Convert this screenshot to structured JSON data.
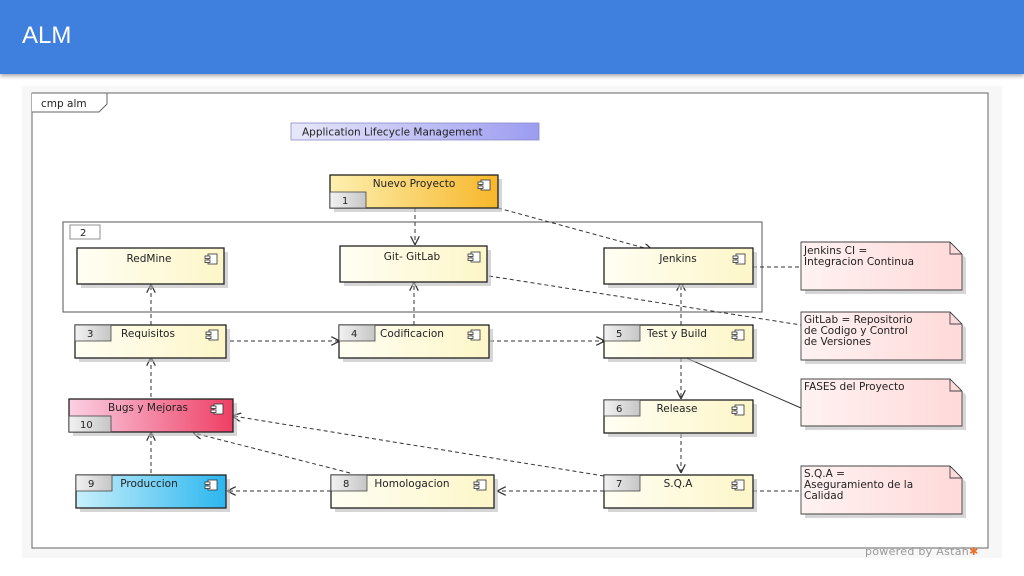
{
  "header": {
    "title": "ALM"
  },
  "frame": {
    "label": "cmp alm"
  },
  "diagram_title": "Application Lifecycle Management",
  "group": {
    "number": "2"
  },
  "components": {
    "nuevo": {
      "label": "Nuevo Proyecto",
      "number": "1"
    },
    "redmine": {
      "label": "RedMine"
    },
    "gitlab": {
      "label": "Git- GitLab"
    },
    "jenkins": {
      "label": "Jenkins"
    },
    "requisitos": {
      "label": "Requisitos",
      "number": "3"
    },
    "codificacion": {
      "label": "Codificacion",
      "number": "4"
    },
    "testbuild": {
      "label": "Test y Build",
      "number": "5"
    },
    "bugs": {
      "label": "Bugs y Mejoras",
      "number": "10"
    },
    "release": {
      "label": "Release",
      "number": "6"
    },
    "produccion": {
      "label": "Produccion",
      "number": "9"
    },
    "homologacion": {
      "label": "Homologacion",
      "number": "8"
    },
    "sqa": {
      "label": "S.Q.A",
      "number": "7"
    }
  },
  "notes": {
    "jenkins": [
      "Jenkins CI =",
      "Integracion Continua"
    ],
    "gitlab": [
      "GitLab = Repositorio",
      "de Codigo y Control",
      "de Versiones"
    ],
    "fases": [
      "FASES del Proyecto"
    ],
    "sqa": [
      "S.Q.A =",
      "Aseguramiento de la",
      "Calidad"
    ]
  },
  "colors": {
    "header": "#3f7fdd",
    "component_fill": "#fffde6",
    "nuevo_fill": "#f6c23d",
    "bugs_fill": "#f0607d",
    "produccion_fill": "#55c8f0",
    "note_fill": "#ffe4e4",
    "title_fill": "#a9a9f3"
  },
  "footer": {
    "powered_text": "powered by Astah",
    "logo": "astah-logo-icon"
  }
}
